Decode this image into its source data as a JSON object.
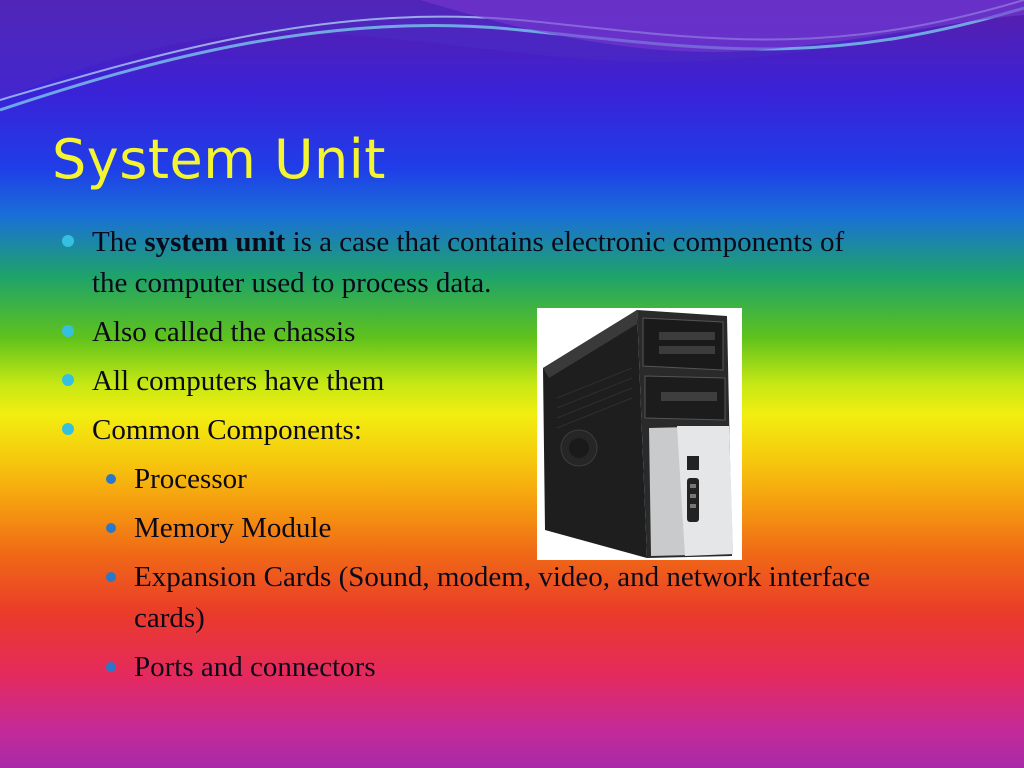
{
  "slide": {
    "title": "System Unit",
    "bullets": [
      {
        "pre": "The ",
        "bold": "system unit",
        "post": " is a case that contains electronic components of the computer used to process data."
      },
      {
        "text": "Also called the chassis"
      },
      {
        "text": "All computers have them"
      },
      {
        "text": "Common Components:"
      }
    ],
    "sub_bullets": [
      "Processor",
      "Memory Module",
      "Expansion Cards (Sound, modem, video, and network interface cards)",
      "Ports and connectors"
    ]
  },
  "image": {
    "icon": "computer-tower-icon"
  }
}
